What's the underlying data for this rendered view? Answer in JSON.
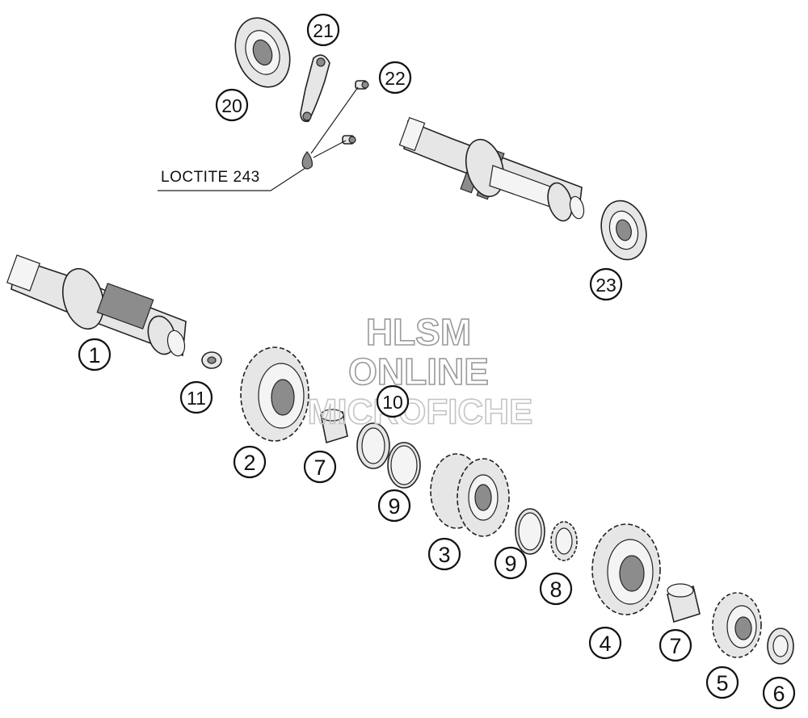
{
  "annotation": {
    "text": "LOCTITE 243"
  },
  "watermark": {
    "line1": "HLSM",
    "line2": "ONLINE",
    "line3": "MICROFICHE"
  },
  "callouts": [
    "1",
    "2",
    "3",
    "4",
    "5",
    "6",
    "7",
    "7",
    "8",
    "9",
    "9",
    "10",
    "11",
    "20",
    "21",
    "22",
    "23"
  ],
  "colors": {
    "ink": "#111111",
    "part_fill": "#e6e6e6",
    "watermark": "#9a9a9a"
  }
}
